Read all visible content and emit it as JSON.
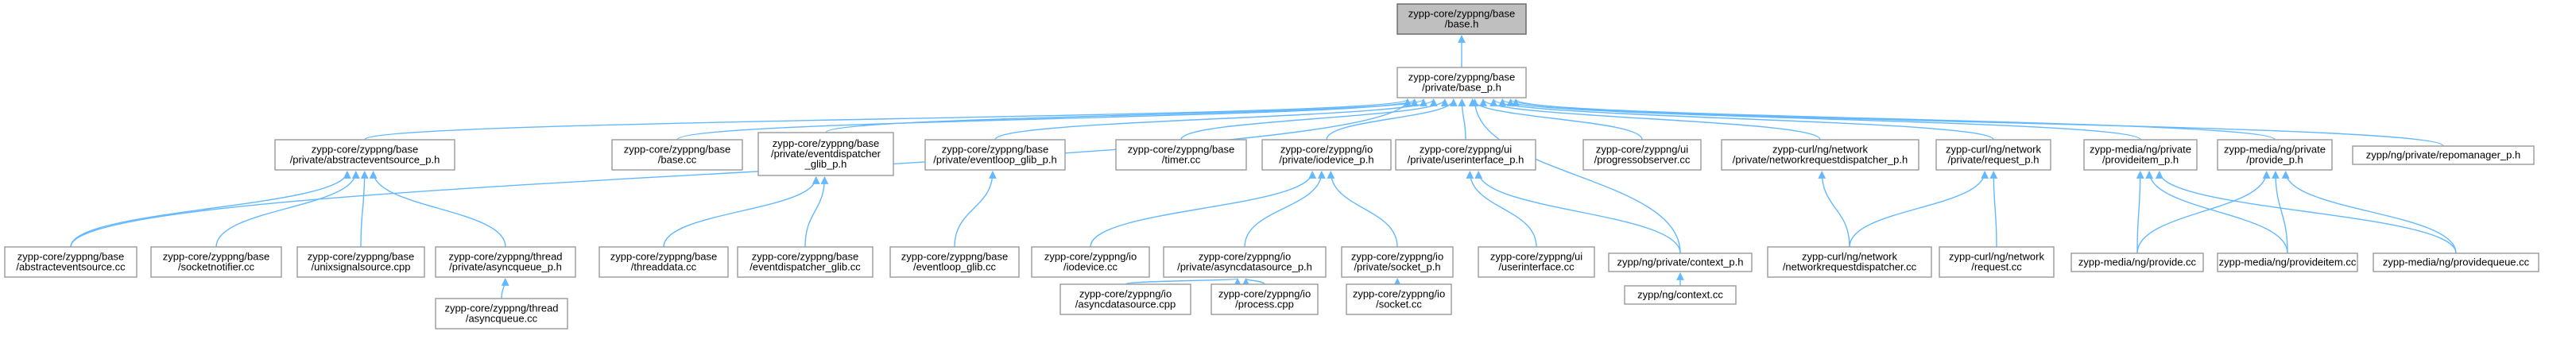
{
  "colors": {
    "edge": "#63b8ff",
    "node_border": "#999999",
    "root_fill": "#bfbfbf",
    "node_fill": "#ffffff"
  },
  "nodes": [
    {
      "id": "base_h",
      "lines": [
        "zypp-core/zyppng/base",
        "/base.h"
      ],
      "root": true
    },
    {
      "id": "base_p",
      "lines": [
        "zypp-core/zyppng/base",
        "/private/base_p.h"
      ]
    },
    {
      "id": "abs_p",
      "lines": [
        "zypp-core/zyppng/base",
        "/private/abstracteventsource_p.h"
      ]
    },
    {
      "id": "base_cc",
      "lines": [
        "zypp-core/zyppng/base",
        "/base.cc"
      ]
    },
    {
      "id": "evd_p",
      "lines": [
        "zypp-core/zyppng/base",
        "/private/eventdispatcher",
        "_glib_p.h"
      ]
    },
    {
      "id": "evl_p",
      "lines": [
        "zypp-core/zyppng/base",
        "/private/eventloop_glib_p.h"
      ]
    },
    {
      "id": "timer_cc",
      "lines": [
        "zypp-core/zyppng/base",
        "/timer.cc"
      ]
    },
    {
      "id": "iod_p",
      "lines": [
        "zypp-core/zyppng/io",
        "/private/iodevice_p.h"
      ]
    },
    {
      "id": "ui_p",
      "lines": [
        "zypp-core/zyppng/ui",
        "/private/userinterface_p.h"
      ]
    },
    {
      "id": "prog_cc",
      "lines": [
        "zypp-core/zyppng/ui",
        "/progressobserver.cc"
      ]
    },
    {
      "id": "nrd_p",
      "lines": [
        "zypp-curl/ng/network",
        "/private/networkrequestdispatcher_p.h"
      ]
    },
    {
      "id": "req_p",
      "lines": [
        "zypp-curl/ng/network",
        "/private/request_p.h"
      ]
    },
    {
      "id": "pitem_p",
      "lines": [
        "zypp-media/ng/private",
        "/provideitem_p.h"
      ]
    },
    {
      "id": "prov_p",
      "lines": [
        "zypp-media/ng/private",
        "/provide_p.h"
      ]
    },
    {
      "id": "repo_p",
      "lines": [
        "zypp/ng/private/repomanager_p.h"
      ]
    },
    {
      "id": "abs_cc",
      "lines": [
        "zypp-core/zyppng/base",
        "/abstracteventsource.cc"
      ]
    },
    {
      "id": "sock_cc",
      "lines": [
        "zypp-core/zyppng/base",
        "/socketnotifier.cc"
      ]
    },
    {
      "id": "unix_cpp",
      "lines": [
        "zypp-core/zyppng/base",
        "/unixsignalsource.cpp"
      ]
    },
    {
      "id": "aq_p",
      "lines": [
        "zypp-core/zyppng/thread",
        "/private/asyncqueue_p.h"
      ]
    },
    {
      "id": "thr_cc",
      "lines": [
        "zypp-core/zyppng/base",
        "/threaddata.cc"
      ]
    },
    {
      "id": "evd_cc",
      "lines": [
        "zypp-core/zyppng/base",
        "/eventdispatcher_glib.cc"
      ]
    },
    {
      "id": "evl_cc",
      "lines": [
        "zypp-core/zyppng/base",
        "/eventloop_glib.cc"
      ]
    },
    {
      "id": "iod_cc",
      "lines": [
        "zypp-core/zyppng/io",
        "/iodevice.cc"
      ]
    },
    {
      "id": "ads_p",
      "lines": [
        "zypp-core/zyppng/io",
        "/private/asyncdatasource_p.h"
      ]
    },
    {
      "id": "skt_p",
      "lines": [
        "zypp-core/zyppng/io",
        "/private/socket_p.h"
      ]
    },
    {
      "id": "ui_cc",
      "lines": [
        "zypp-core/zyppng/ui",
        "/userinterface.cc"
      ]
    },
    {
      "id": "ctx_p",
      "lines": [
        "zypp/ng/private/context_p.h"
      ]
    },
    {
      "id": "nrd_cc",
      "lines": [
        "zypp-curl/ng/network",
        "/networkrequestdispatcher.cc"
      ]
    },
    {
      "id": "req_cc",
      "lines": [
        "zypp-curl/ng/network",
        "/request.cc"
      ]
    },
    {
      "id": "prov_cc",
      "lines": [
        "zypp-media/ng/provide.cc"
      ]
    },
    {
      "id": "pitem_cc",
      "lines": [
        "zypp-media/ng/provideitem.cc"
      ]
    },
    {
      "id": "pq_cc",
      "lines": [
        "zypp-media/ng/providequeue.cc"
      ]
    },
    {
      "id": "aq_cc",
      "lines": [
        "zypp-core/zyppng/thread",
        "/asyncqueue.cc"
      ]
    },
    {
      "id": "ads_cpp",
      "lines": [
        "zypp-core/zyppng/io",
        "/asyncdatasource.cpp"
      ]
    },
    {
      "id": "proc_cpp",
      "lines": [
        "zypp-core/zyppng/io",
        "/process.cpp"
      ]
    },
    {
      "id": "sock2_cc",
      "lines": [
        "zypp-core/zyppng/io",
        "/socket.cc"
      ]
    },
    {
      "id": "ctx_cc",
      "lines": [
        "zypp/ng/context.cc"
      ]
    }
  ],
  "edges": [
    [
      "base_p",
      "base_h"
    ],
    [
      "abs_p",
      "base_p"
    ],
    [
      "base_cc",
      "base_p"
    ],
    [
      "evd_p",
      "base_p"
    ],
    [
      "evl_p",
      "base_p"
    ],
    [
      "timer_cc",
      "base_p"
    ],
    [
      "iod_p",
      "base_p"
    ],
    [
      "ui_p",
      "base_p"
    ],
    [
      "prog_cc",
      "base_p"
    ],
    [
      "nrd_p",
      "base_p"
    ],
    [
      "req_p",
      "base_p"
    ],
    [
      "pitem_p",
      "base_p"
    ],
    [
      "prov_p",
      "base_p"
    ],
    [
      "repo_p",
      "base_p"
    ],
    [
      "abs_cc",
      "base_p"
    ],
    [
      "ctx_p",
      "base_p"
    ],
    [
      "abs_cc",
      "abs_p"
    ],
    [
      "sock_cc",
      "abs_p"
    ],
    [
      "unix_cpp",
      "abs_p"
    ],
    [
      "aq_p",
      "abs_p"
    ],
    [
      "thr_cc",
      "evd_p"
    ],
    [
      "evd_cc",
      "evd_p"
    ],
    [
      "evl_cc",
      "evl_p"
    ],
    [
      "iod_cc",
      "iod_p"
    ],
    [
      "ads_p",
      "iod_p"
    ],
    [
      "skt_p",
      "iod_p"
    ],
    [
      "ui_cc",
      "ui_p"
    ],
    [
      "ctx_p",
      "ui_p"
    ],
    [
      "nrd_cc",
      "nrd_p"
    ],
    [
      "nrd_cc",
      "req_p"
    ],
    [
      "req_cc",
      "req_p"
    ],
    [
      "prov_cc",
      "pitem_p"
    ],
    [
      "pitem_cc",
      "pitem_p"
    ],
    [
      "pq_cc",
      "pitem_p"
    ],
    [
      "prov_cc",
      "prov_p"
    ],
    [
      "pitem_cc",
      "prov_p"
    ],
    [
      "pq_cc",
      "prov_p"
    ],
    [
      "aq_cc",
      "aq_p"
    ],
    [
      "ads_cpp",
      "ads_p"
    ],
    [
      "proc_cpp",
      "ads_p"
    ],
    [
      "sock2_cc",
      "skt_p"
    ],
    [
      "ctx_cc",
      "ctx_p"
    ]
  ]
}
